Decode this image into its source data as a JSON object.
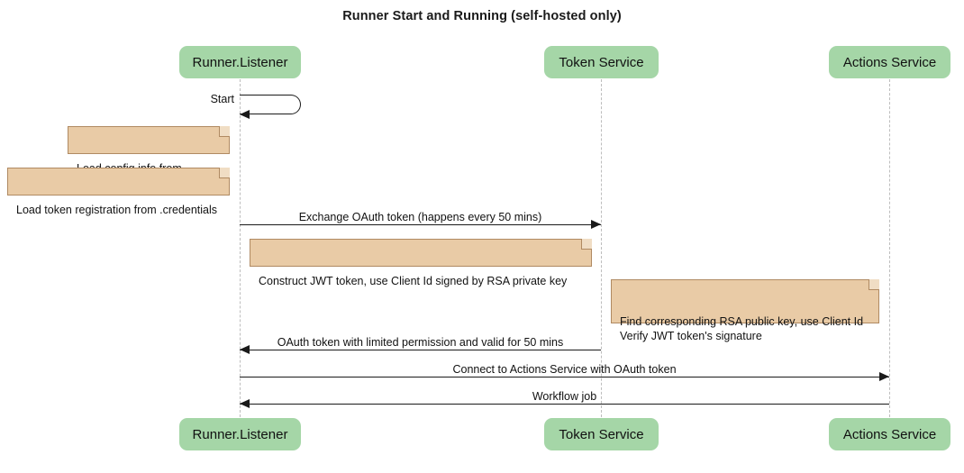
{
  "diagram": {
    "title": "Runner Start and Running (self-hosted only)",
    "type": "sequence-diagram",
    "colors": {
      "participant_fill": "#a5d6a7",
      "note_fill": "#e9cba6",
      "note_border": "#b08a62",
      "lifeline": "#bdbdbd",
      "arrow": "#1a1a1a"
    }
  },
  "participants": [
    {
      "id": "runner",
      "label": "Runner.Listener"
    },
    {
      "id": "token",
      "label": "Token Service"
    },
    {
      "id": "actions",
      "label": "Actions Service"
    }
  ],
  "messages": [
    {
      "id": "start",
      "label": "Start",
      "kind": "self",
      "from": "runner",
      "to": "runner"
    },
    {
      "id": "exchange-oauth-token",
      "label": "Exchange OAuth token (happens every 50 mins)",
      "kind": "arrow",
      "direction": "right",
      "from": "runner",
      "to": "token"
    },
    {
      "id": "oauth-token-response",
      "label": "OAuth token with limited permission and valid for 50 mins",
      "kind": "arrow",
      "direction": "left",
      "from": "token",
      "to": "runner"
    },
    {
      "id": "connect-actions-service",
      "label": "Connect to Actions Service with OAuth token",
      "kind": "arrow",
      "direction": "right",
      "from": "runner",
      "to": "actions"
    },
    {
      "id": "workflow-job",
      "label": "Workflow job",
      "kind": "arrow",
      "direction": "left",
      "from": "actions",
      "to": "runner"
    }
  ],
  "notes": [
    {
      "id": "load-config",
      "text": "Load config info from .runner"
    },
    {
      "id": "load-token-registration",
      "text": "Load token registration from .credentials"
    },
    {
      "id": "construct-jwt",
      "text": "Construct JWT token, use Client Id signed by RSA private key"
    },
    {
      "id": "verify-jwt",
      "text": "Find corresponding RSA public key, use Client Id\nVerify JWT token's signature"
    }
  ]
}
